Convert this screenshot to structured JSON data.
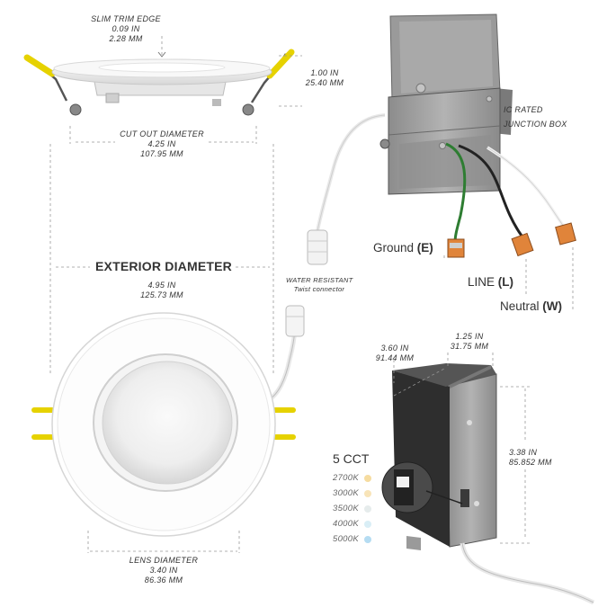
{
  "slim_trim": {
    "title": "SLIM TRIM EDGE",
    "in": "0.09 IN",
    "mm": "2.28 MM"
  },
  "height": {
    "in": "1.00 IN",
    "mm": "25.40 MM"
  },
  "cutout": {
    "title": "CUT OUT DIAMETER",
    "in": "4.25 IN",
    "mm": "107.95 MM"
  },
  "exterior": {
    "title": "EXTERIOR DIAMETER",
    "in": "4.95 IN",
    "mm": "125.73 MM"
  },
  "connector": {
    "line1": "WATER RESISTANT",
    "line2": "Twist connector"
  },
  "lens": {
    "title": "LENS DIAMETER",
    "in": "3.40 IN",
    "mm": "86.36 MM"
  },
  "junction_box": {
    "line1": "IC RATED",
    "line2": "JUNCTION BOX"
  },
  "wires": {
    "ground": {
      "name": "Ground",
      "code": "(E)"
    },
    "line": {
      "name": "LINE",
      "code": "(L)"
    },
    "neutral": {
      "name": "Neutral",
      "code": "(W)"
    }
  },
  "box_dims": {
    "depth": {
      "in": "3.60 IN",
      "mm": "91.44 MM"
    },
    "width": {
      "in": "1.25 IN",
      "mm": "31.75 MM"
    },
    "height": {
      "in": "3.38 IN",
      "mm": "85.852 MM"
    }
  },
  "cct": {
    "title": "5 CCT",
    "options": [
      {
        "label": "2700K",
        "color": "#f6dca0"
      },
      {
        "label": "3000K",
        "color": "#f8e4b8"
      },
      {
        "label": "3500K",
        "color": "#e6ecec"
      },
      {
        "label": "4000K",
        "color": "#d9eef6"
      },
      {
        "label": "5000K",
        "color": "#b5dcf2"
      }
    ]
  }
}
